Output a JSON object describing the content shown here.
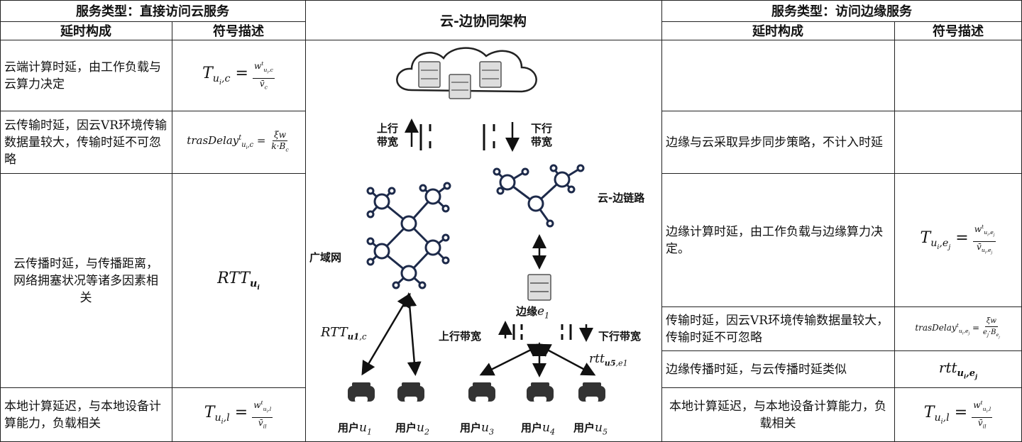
{
  "left_table": {
    "title": "服务类型：直接访问云服务",
    "col1": "延时构成",
    "col2": "符号描述",
    "rows": [
      {
        "desc": "云端计算时延，由工作负载与云算力决定"
      },
      {
        "desc": "云传输时延，因云VR环境传输数据量较大，传输时延不可忽略"
      },
      {
        "desc": "云传播时延，与传播距离，网络拥塞状况等诸多因素相关"
      },
      {
        "desc": "本地计算延迟，与本地设备计算能力，负载相关"
      }
    ]
  },
  "right_table": {
    "title": "服务类型：访问边缘服务",
    "col1": "延时构成",
    "col2": "符号描述",
    "rows": [
      {
        "desc": ""
      },
      {
        "desc": "边缘与云采取异步同步策略，不计入时延"
      },
      {
        "desc": "边缘计算时延，由工作负载与边缘算力决定。"
      },
      {
        "desc": "传输时延，因云VR环境传输数据量较大，传输时延不可忽略"
      },
      {
        "desc": "边缘传播时延，与云传播时延类似"
      },
      {
        "desc": "本地计算延迟，与本地设备计算能力，负载相关"
      }
    ]
  },
  "diagram": {
    "title": "云-边协同架构",
    "uplink": "上行带宽",
    "downlink": "下行带宽",
    "up_l1": "上行",
    "up_l2": "带宽",
    "down_l1": "下行",
    "down_l2": "带宽",
    "cloud_edge_link": "云-边链路",
    "wan": "广域网",
    "edge": "边缘",
    "user": "用户"
  }
}
